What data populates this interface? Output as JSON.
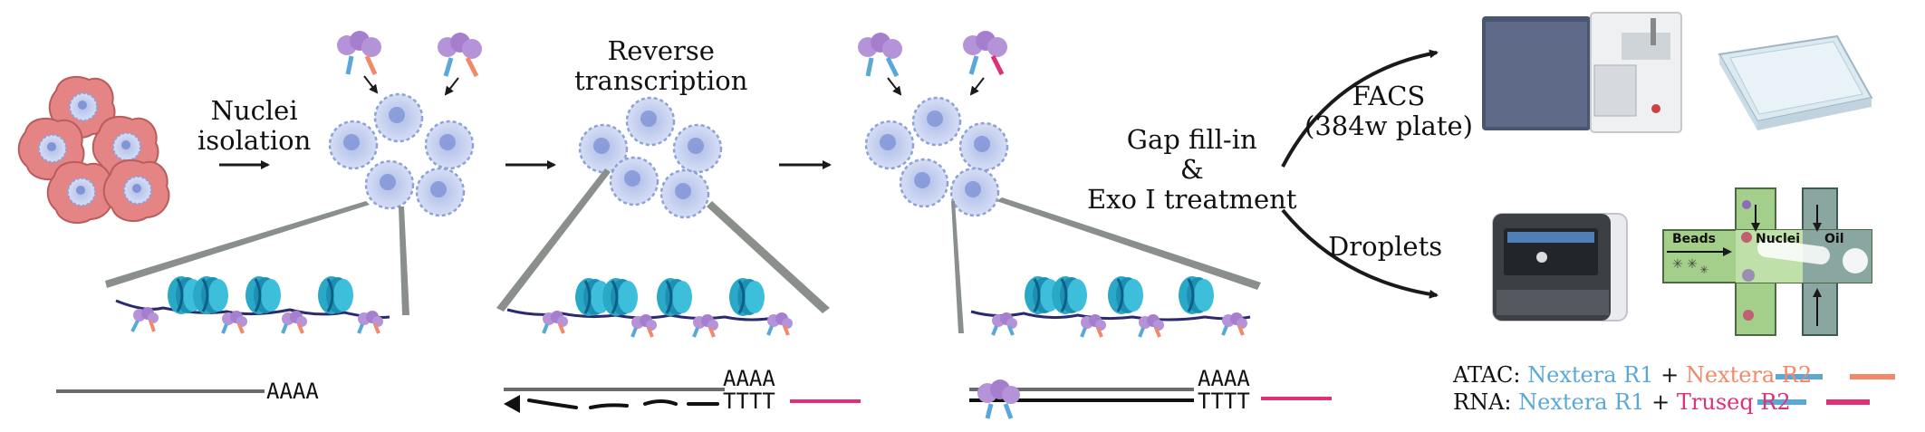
{
  "labels": {
    "nuclei_isolation": [
      "Nuclei",
      "isolation"
    ],
    "reverse_transcription": [
      "Reverse",
      "transcription"
    ],
    "gap_fill": [
      "Gap fill-in",
      "&",
      "Exo I treatment"
    ],
    "facs": [
      "FACS",
      "(384w plate)"
    ],
    "droplets": "Droplets"
  },
  "seq": {
    "aaaa": "AAAA",
    "tttt": "TTTT"
  },
  "chip": {
    "beads": "Beads",
    "nuclei": "Nuclei",
    "oil": "Oil"
  },
  "legend": {
    "atac": {
      "prefix": "ATAC:",
      "r1": "Nextera R1",
      "plus": "+",
      "r2": "Nextera R2"
    },
    "rna": {
      "prefix": "RNA:",
      "r1": "Nextera R1",
      "plus": "+",
      "r2": "Truseq R2"
    }
  },
  "colors": {
    "nextera_r1": "#5aa8d8",
    "nextera_r2": "#f08a6a",
    "truseq_r2": "#e0307a",
    "nucleus": "#c9d4f0",
    "cell": "#e07a7a",
    "nucleosome": "#2aa8c8",
    "tn5": "#b38fd6"
  }
}
